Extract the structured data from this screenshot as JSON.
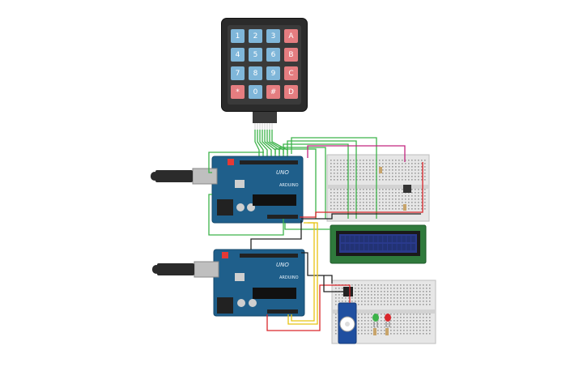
{
  "keypad": {
    "keys": [
      "1",
      "2",
      "3",
      "A",
      "4",
      "5",
      "6",
      "B",
      "7",
      "8",
      "9",
      "C",
      "*",
      "0",
      "#",
      "D"
    ],
    "key_types": [
      "blue",
      "blue",
      "blue",
      "red",
      "blue",
      "blue",
      "blue",
      "red",
      "blue",
      "blue",
      "blue",
      "red",
      "red",
      "blue",
      "red",
      "red"
    ]
  },
  "arduino_top": {
    "board_label": "UNO",
    "brand_label": "ARDUINO"
  },
  "arduino_bottom": {
    "board_label": "UNO",
    "brand_label": "ARDUINO"
  },
  "colors": {
    "board": "#1f5f8b",
    "wire_green": "#3db34a",
    "wire_red": "#d9262b",
    "wire_black": "#222222",
    "wire_yellow": "#e8c312",
    "wire_magenta": "#c2267f",
    "lcd_screen": "#2a3a8c",
    "lcd_bezel": "#2f7a3c",
    "breadboard": "#e6e6e6"
  }
}
